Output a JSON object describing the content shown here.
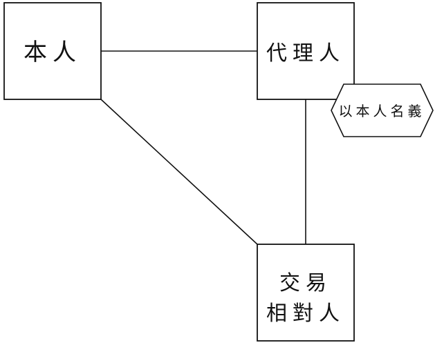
{
  "nodes": {
    "principal": {
      "label": "本人"
    },
    "agent": {
      "label": "代理人"
    },
    "counterparty": {
      "line1": "交易",
      "line2": "相對人"
    }
  },
  "edges": [
    {
      "from": "principal",
      "to": "agent"
    },
    {
      "from": "principal",
      "to": "counterparty"
    },
    {
      "from": "agent",
      "to": "counterparty"
    }
  ],
  "tag": {
    "label": "以本人名義",
    "attached_to": "agent"
  },
  "colors": {
    "stroke": "#111111",
    "fill": "#ffffff",
    "text": "#111111"
  }
}
